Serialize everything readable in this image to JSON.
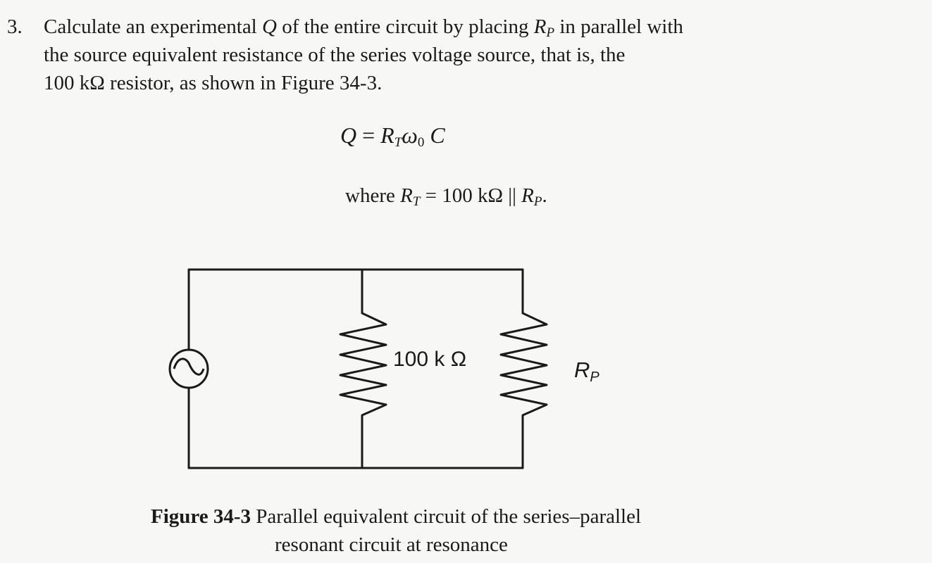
{
  "problem": {
    "number": "3.",
    "line1_a": "Calculate an experimental ",
    "line1_q": "Q",
    "line1_b": " of the entire circuit by placing ",
    "line1_r": "R",
    "line1_rsub": "P",
    "line1_c": " in parallel with",
    "line2": "the source equivalent resistance of the series voltage source, that is, the",
    "line3": "100 kΩ resistor, as shown in Figure 34-3."
  },
  "formula": {
    "lhs": "Q",
    "eq": " = ",
    "r": "R",
    "r_sub": "T",
    "omega": "ω",
    "omega_sub": "0",
    "c": " C"
  },
  "where": {
    "prefix": "where ",
    "r": "R",
    "r_sub": "T",
    "middle": " = 100 kΩ || ",
    "rp": "R",
    "rp_sub": "P",
    "suffix": "."
  },
  "circuit": {
    "resistor_label": "100 k Ω",
    "rp_label": "R",
    "rp_sub": "P"
  },
  "caption": {
    "figure": "Figure 34-3",
    "text1": " Parallel equivalent circuit of the series–parallel",
    "text2": "resonant circuit at resonance"
  }
}
